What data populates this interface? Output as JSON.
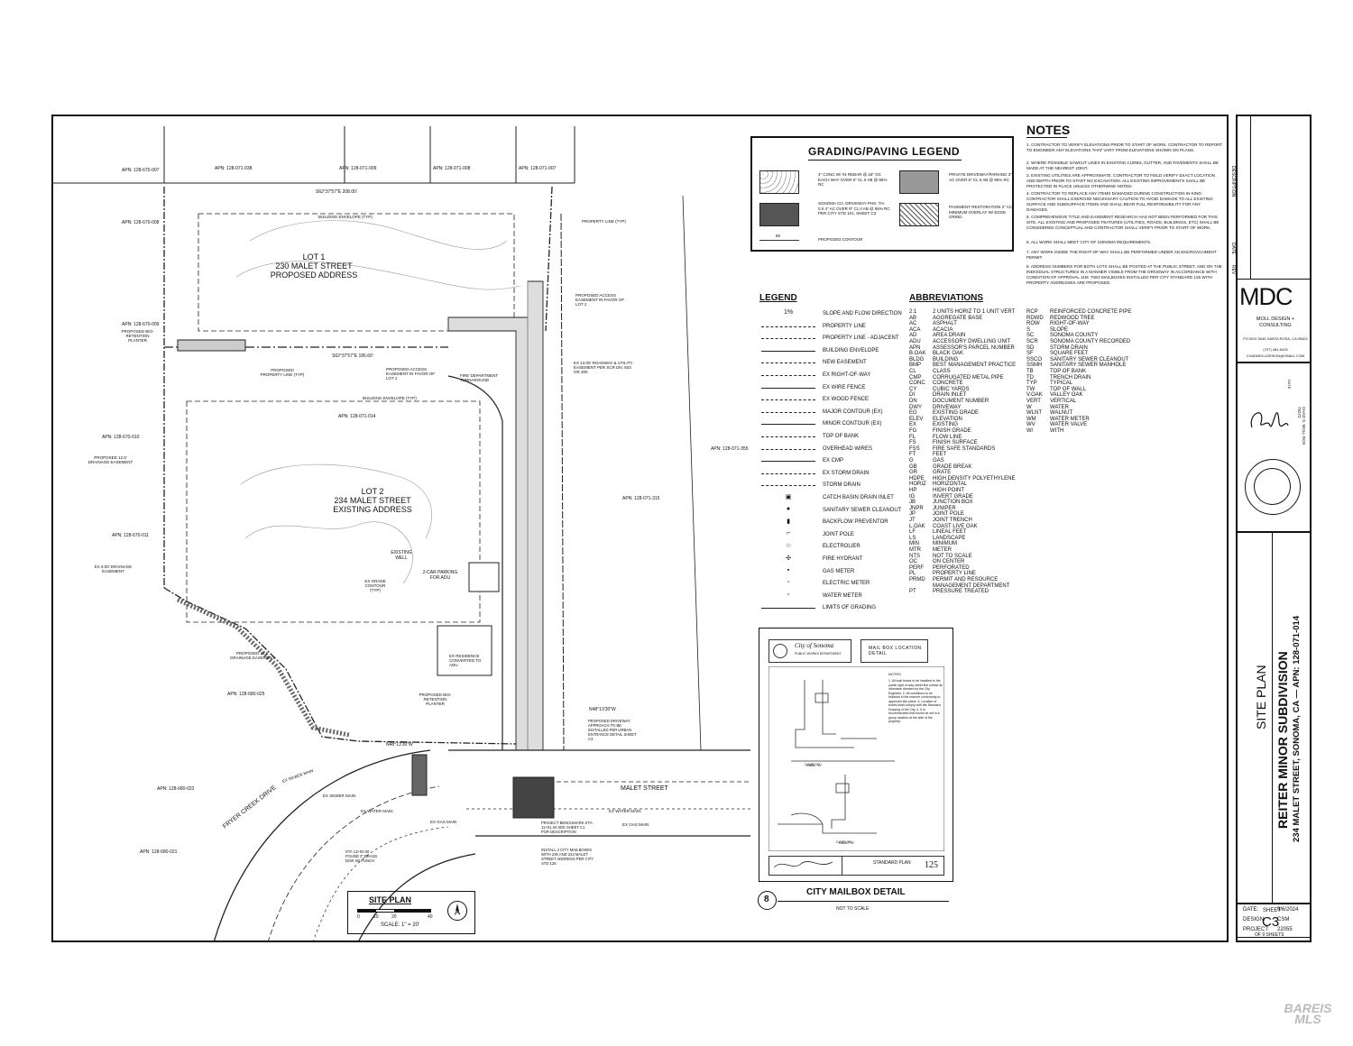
{
  "site_plan": {
    "title": "SITE PLAN",
    "scale": "SCALE: 1\" = 20'",
    "scale_ticks": [
      "0",
      "10",
      "20",
      "40"
    ],
    "north": "N",
    "lot1": {
      "name": "LOT 1",
      "street": "230 MALET STREET",
      "note": "PROPOSED ADDRESS"
    },
    "lot2": {
      "name": "LOT 2",
      "street": "234 MALET STREET",
      "note": "EXISTING ADDRESS"
    },
    "streets": {
      "malet": "MALET STREET",
      "fryer": "FRYER CREEK DRIVE"
    },
    "labels": {
      "building_envelope": "BUILDING ENVELOPE (TYP)",
      "property_line": "PROPERTY LINE (TYP)",
      "proposed_property_line": "PROPOSED PROPERTY LINE (TYP)",
      "proposed_access_lot2": "PROPOSED ACCESS EASEMENT IN FAVOR OF LOT 2",
      "proposed_access_lot1": "PROPOSED ACCESS EASEMENT IN FAVOR OF LOT 1",
      "fire_turnaround": "FIRE DEPARTMENT TURNAROUND",
      "roadway_easement": "EX 13.00' ROADWAY & UTILITY EASEMENT PER SCR DN: 503 OR 300",
      "existing_well": "EXISTING WELL",
      "parking": "2-CAR PARKING FOR ADU",
      "ex_residence": "EX RESIDENCE CONVERTED TO ADU",
      "bioretention": "PROPOSED BIO-RETENTION PLANTER",
      "drainage_12": "PROPOSED 12.5' DRAINAGE EASEMENT",
      "drainage_ex": "EX 8.00' DRAINAGE EASEMENT",
      "ex_grade": "EX GRADE CONTOUR (TYP)",
      "driveway": "PROPOSED DRIVEWAY APPROACH TO BE INSTALLED PER URBAN ENTRANCE DETAIL SHEET C3",
      "mailbox_install": "INSTALL 2 CITY MAILBOXES WITH 230 AND 234 MALET STREET ADDRESS PER CITY STD 125",
      "benchmark": "PROJECT BENCHMARK STA: 11+01.34 SEE SHEET C1 FOR DESCRIPTION",
      "ex_sewer": "EX SEWER MAIN",
      "ex_water": "EX WATER MAIN",
      "ex_gas": "EX GAS MAIN",
      "bearing_top": "S62°37'57\"E  208.00'",
      "bearing_mid": "S62°37'57\"E  186.60'",
      "bearing_a": "N48°13'30\"W",
      "bearing_b": "N48°13'30\"W",
      "found_disk": "STA 13+00.00 FOUND 2\" BRASS DISK W/ PUNCH"
    },
    "apn_labels": [
      "APN: 128-670-007",
      "APN: 128-071-038",
      "APN: 128-071-009",
      "APN: 128-071-008",
      "APN: 128-071-007",
      "APN: 128-670-008",
      "APN: 128-670-009",
      "APN: 128-670-010",
      "APN: 128-670-011",
      "APN: 128-071-014",
      "APN: 128-071-355",
      "APN: 128-071-315",
      "APN: 128-680-025",
      "APN: 128-680-022",
      "APN: 128-680-021"
    ]
  },
  "grading_legend": {
    "title": "GRADING/PAVING LEGEND",
    "items": [
      "4\" CONC W/ #4 REBAR @ 18\" OC EACH WAY OVER 6\" CL II AB @ 95% RC",
      "PRIVATE DRIVEWAY/PARKING 3\" AC OVER 6\" CL II AB @ 95% RC",
      "SONOMA CO. DRIVEWAY PHS. TH-0.0 4\" AC OVER 9\" CL II AB @ 95% RC PER CITY STD 101, SHEET C3",
      "PAVEMENT RESTORATION 2\" AC MINIMUM OVERLAY W/ EDGE GRIND",
      "PROPOSED CONTOUR"
    ],
    "contour_value": "85"
  },
  "legend": {
    "title": "LEGEND",
    "items": [
      {
        "sym": "1%",
        "label": "SLOPE AND FLOW DIRECTION"
      },
      {
        "sym": "",
        "label": "PROPERTY LINE"
      },
      {
        "sym": "",
        "label": "PROPERTY LINE - ADJACENT"
      },
      {
        "sym": "",
        "label": "BUILDING ENVELOPE"
      },
      {
        "sym": "",
        "label": "NEW EASEMENT"
      },
      {
        "sym": "",
        "label": "EX RIGHT-OF-WAY"
      },
      {
        "sym": "",
        "label": "EX WIRE FENCE"
      },
      {
        "sym": "",
        "label": "EX WOOD FENCE"
      },
      {
        "sym": "",
        "label": "MAJOR CONTOUR (EX)"
      },
      {
        "sym": "",
        "label": "MINOR CONTOUR (EX)"
      },
      {
        "sym": "",
        "label": "TOP OF BANK"
      },
      {
        "sym": "",
        "label": "OVERHEAD WIRES"
      },
      {
        "sym": "",
        "label": "EX CMP"
      },
      {
        "sym": "",
        "label": "EX STORM DRAIN"
      },
      {
        "sym": "",
        "label": "STORM DRAIN"
      },
      {
        "sym": "▣",
        "label": "CATCH BASIN DRAIN INLET"
      },
      {
        "sym": "●",
        "label": "SANITARY SEWER CLEANOUT"
      },
      {
        "sym": "▮",
        "label": "BACKFLOW PREVENTOR"
      },
      {
        "sym": "⌐",
        "label": "JOINT POLE"
      },
      {
        "sym": "☆",
        "label": "ELECTROLIER"
      },
      {
        "sym": "✣",
        "label": "FIRE HYDRANT"
      },
      {
        "sym": "▪",
        "label": "GAS METER"
      },
      {
        "sym": "▫",
        "label": "ELECTRIC METER"
      },
      {
        "sym": "▫",
        "label": "WATER METER"
      },
      {
        "sym": "",
        "label": "LIMITS OF GRADING"
      }
    ]
  },
  "abbreviations": {
    "title": "ABBREVIATIONS",
    "col1": [
      [
        "2:1",
        "2 UNITS HORIZ TO 1 UNIT VERT"
      ],
      [
        "AB",
        "AGGREGATE BASE"
      ],
      [
        "AC",
        "ASPHALT"
      ],
      [
        "ACA",
        "ACACIA"
      ],
      [
        "AD",
        "AREA DRAIN"
      ],
      [
        "ADU",
        "ACCESSORY DWELLING UNIT"
      ],
      [
        "APN",
        "ASSESSOR'S PARCEL NUMBER"
      ],
      [
        "B.OAK",
        "BLACK OAK"
      ],
      [
        "BLDG",
        "BUILDING"
      ],
      [
        "BMP",
        "BEST MANAGEMENT PRACTICE"
      ],
      [
        "CL",
        "CLASS"
      ],
      [
        "CMP",
        "CORRUGATED METAL PIPE"
      ],
      [
        "CONC",
        "CONCRETE"
      ],
      [
        "CY",
        "CUBIC YARDS"
      ],
      [
        "DI",
        "DRAIN INLET"
      ],
      [
        "DN",
        "DOCUMENT NUMBER"
      ],
      [
        "DWY",
        "DRIVEWAY"
      ],
      [
        "EG",
        "EXISTING GRADE"
      ],
      [
        "ELEV",
        "ELEVATION"
      ],
      [
        "EX",
        "EXISTING"
      ],
      [
        "FG",
        "FINISH GRADE"
      ],
      [
        "FL",
        "FLOW LINE"
      ],
      [
        "FS",
        "FINISH SURFACE"
      ],
      [
        "FSS",
        "FIRE SAFE STANDARDS"
      ],
      [
        "FT",
        "FEET"
      ],
      [
        "G",
        "GAS"
      ],
      [
        "GB",
        "GRADE BREAK"
      ],
      [
        "GR",
        "GRATE"
      ],
      [
        "HDPE",
        "HIGH DENSITY POLYETHYLENE"
      ],
      [
        "HORIZ",
        "HORIZONTAL"
      ],
      [
        "HP",
        "HIGH POINT"
      ],
      [
        "IG",
        "INVERT GRADE"
      ],
      [
        "JB",
        "JUNCTION BOX"
      ],
      [
        "JNPR",
        "JUNIPER"
      ],
      [
        "JP",
        "JOINT POLE"
      ],
      [
        "JT",
        "JOINT TRENCH"
      ],
      [
        "L.OAK",
        "COAST LIVE OAK"
      ],
      [
        "LF",
        "LINEAL FEET"
      ],
      [
        "LS",
        "LANDSCAPE"
      ],
      [
        "MIN",
        "MINIMUM"
      ],
      [
        "MTR",
        "METER"
      ],
      [
        "NTS",
        "NOT TO SCALE"
      ],
      [
        "OC",
        "ON CENTER"
      ],
      [
        "PERF",
        "PERFORATED"
      ],
      [
        "PL",
        "PROPERTY LINE"
      ],
      [
        "PRMD",
        "PERMIT AND RESOURCE"
      ],
      [
        "",
        "MANAGEMENT DEPARTMENT"
      ],
      [
        "PT",
        "PRESSURE TREATED"
      ]
    ],
    "col2": [
      [
        "RCP",
        "REINFORCED CONCRETE PIPE"
      ],
      [
        "RDWD",
        "REDWOOD TREE"
      ],
      [
        "ROW",
        "RIGHT-OF-WAY"
      ],
      [
        "S",
        "SLOPE"
      ],
      [
        "SC",
        "SONOMA COUNTY"
      ],
      [
        "SCR",
        "SONOMA COUNTY RECORDED"
      ],
      [
        "SD",
        "STORM DRAIN"
      ],
      [
        "SF",
        "SQUARE FEET"
      ],
      [
        "SSCO",
        "SANITARY SEWER CLEANOUT"
      ],
      [
        "SSMH",
        "SANITARY SEWER MANHOLE"
      ],
      [
        "TB",
        "TOP OF BANK"
      ],
      [
        "TD",
        "TRENCH DRAIN"
      ],
      [
        "TYP",
        "TYPICAL"
      ],
      [
        "TW",
        "TOP OF WALL"
      ],
      [
        "V.OAK",
        "VALLEY OAK"
      ],
      [
        "VERT",
        "VERTICAL"
      ],
      [
        "W",
        "WATER"
      ],
      [
        "WLNT",
        "WALNUT"
      ],
      [
        "WM",
        "WATER METER"
      ],
      [
        "WV",
        "WATER VALVE"
      ],
      [
        "W/",
        "WITH"
      ]
    ]
  },
  "notes": {
    "title": "NOTES",
    "items": [
      "1. CONTRACTOR TO VERIFY ELEVATIONS PRIOR TO START OF WORK. CONTRACTOR TO REPORT TO ENGINEER ANY ELEVATIONS THAT VARY FROM ELEVATIONS SHOWN ON PLANS.",
      "2. WHERE POSSIBLE SAWCUT LINES IN EXISTING CURBS, GUTTER, AND PAVEMENTS SHALL BE MADE AT THE NEAREST JOINT.",
      "3. EXISTING UTILITIES ARE APPROXIMATE. CONTRACTOR TO FIELD VERIFY EXACT LOCATION AND DEPTH PRIOR TO START NO EXCAVATION. ALL EXISTING IMPROVEMENTS SHALL BE PROTECTED IN PLACE UNLESS OTHERWISE NOTED.",
      "4. CONTRACTOR TO REPLACE ANY ITEMS DAMAGED DURING CONSTRUCTION IN KIND. CONTRACTOR SHALL EXERCISE NECESSARY CAUTION TO AVOID DAMAGE TO ALL EXISTING SURFACE AND SUBSURFACE ITEMS AND SHALL BEAR FULL RESPONSIBILITY FOR ANY DAMAGES.",
      "5. COMPREHENSIVE TITLE AND EASEMENT RESEARCH HAS NOT BEEN PERFORMED FOR THIS SITE. ALL EXISTING AND PROPOSED FEATURES (UTILITIES, ROADS, BUILDINGS, ETC) SHALL BE CONSIDERED CONCEPTUAL AND CONTRACTOR SHALL VERIFY PRIOR TO START OF WORK.",
      "6. ALL WORK SHALL MEET CITY OF SONOMA REQUIREMENTS.",
      "7. ANY WORK INSIDE THE RIGHT-OF-WAY SHALL BE PERFORMED UNDER AN ENCROACHMENT PERMIT.",
      "8. ADDRESS NUMBERS FOR BOTH LOTS SHALL BE POSTED AT THE PUBLIC STREET, AND ON THE INDIVIDUAL STRUCTURES IN A MANNER VISIBLE FROM THE DRIVEWAY IN ACCORDANCE WITH CONDITION OF APPROVAL 11M. TWO MAILBOXES INSTALLED PER CITY STANDARD 125 WITH PROPERTY ADDRESSES ARE PROPOSED."
    ]
  },
  "mailbox_detail": {
    "city": "City of Sonoma",
    "city_sub": "PUBLIC WORKS DEPARTMENT",
    "detail_title": "MAIL BOX LOCATION DETAIL",
    "notes_title": "NOTES",
    "notes": "1. All mail boxes to be installed to the public right of way street line unless as otherwise directed by the City Engineer. 2. All conditions to be followed in the manner conforming to approved site plans. 3. Location of boxes shall comply with the Standard Drawing of the City. 4. It is recommended that boxes be set in a group location at the side of the property.",
    "case_a": "CASE \"A\"",
    "case_b": "CASE \"B\"",
    "standard": "STANDARD PLAN",
    "plan_no": "125",
    "detail_no": "8",
    "caption": "CITY MAILBOX DETAIL",
    "nts": "NOT TO SCALE"
  },
  "title_block": {
    "headers": [
      "DESCRIPTION",
      "DATE",
      "REV"
    ],
    "firm_logo": "MDC",
    "firm_name": "MOLL DESIGN + CONSULTING",
    "firm_address": "PO BOX 5045 SANTA ROSA, CA 95402",
    "firm_phone": "(707) 481-6425",
    "firm_email": "CHADMOLLDESIGN@GMAIL.COM",
    "date_label": "DATE",
    "engineer": "CHAD S. MOLL RCE 79272",
    "sheet_title": "SITE PLAN",
    "project_name": "REITER MINOR SUBDIVISION",
    "project_address": "234 MALET STREET, SONOMA, CA — APN: 128-071-014",
    "rows": [
      {
        "label": "DATE:",
        "value": "9/6/2024"
      },
      {
        "label": "DESIGN:",
        "value": "CSM"
      },
      {
        "label": "PROJECT:",
        "value": "22055"
      }
    ],
    "sheet_label": "SHEET",
    "sheet_no": "C3",
    "sheet_of": "OF 9 SHEETS"
  },
  "watermark": "BAREIS MLS"
}
